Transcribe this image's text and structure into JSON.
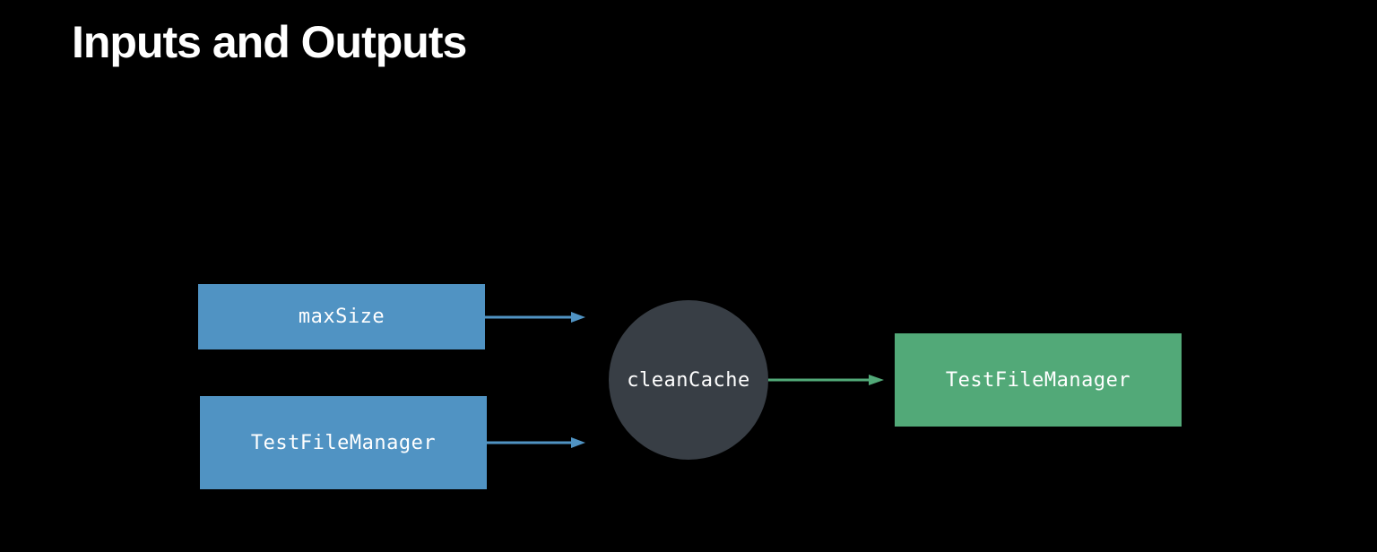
{
  "slide": {
    "title": "Inputs and Outputs"
  },
  "diagram": {
    "inputs": [
      {
        "label": "maxSize"
      },
      {
        "label": "TestFileManager"
      }
    ],
    "process": {
      "label": "cleanCache"
    },
    "output": {
      "label": "TestFileManager"
    }
  },
  "colors": {
    "background": "#000000",
    "input_fill": "#5093c3",
    "process_fill": "#383e45",
    "output_fill": "#52a978",
    "input_arrow": "#5093c3",
    "output_arrow": "#52a978",
    "text": "#ffffff"
  }
}
